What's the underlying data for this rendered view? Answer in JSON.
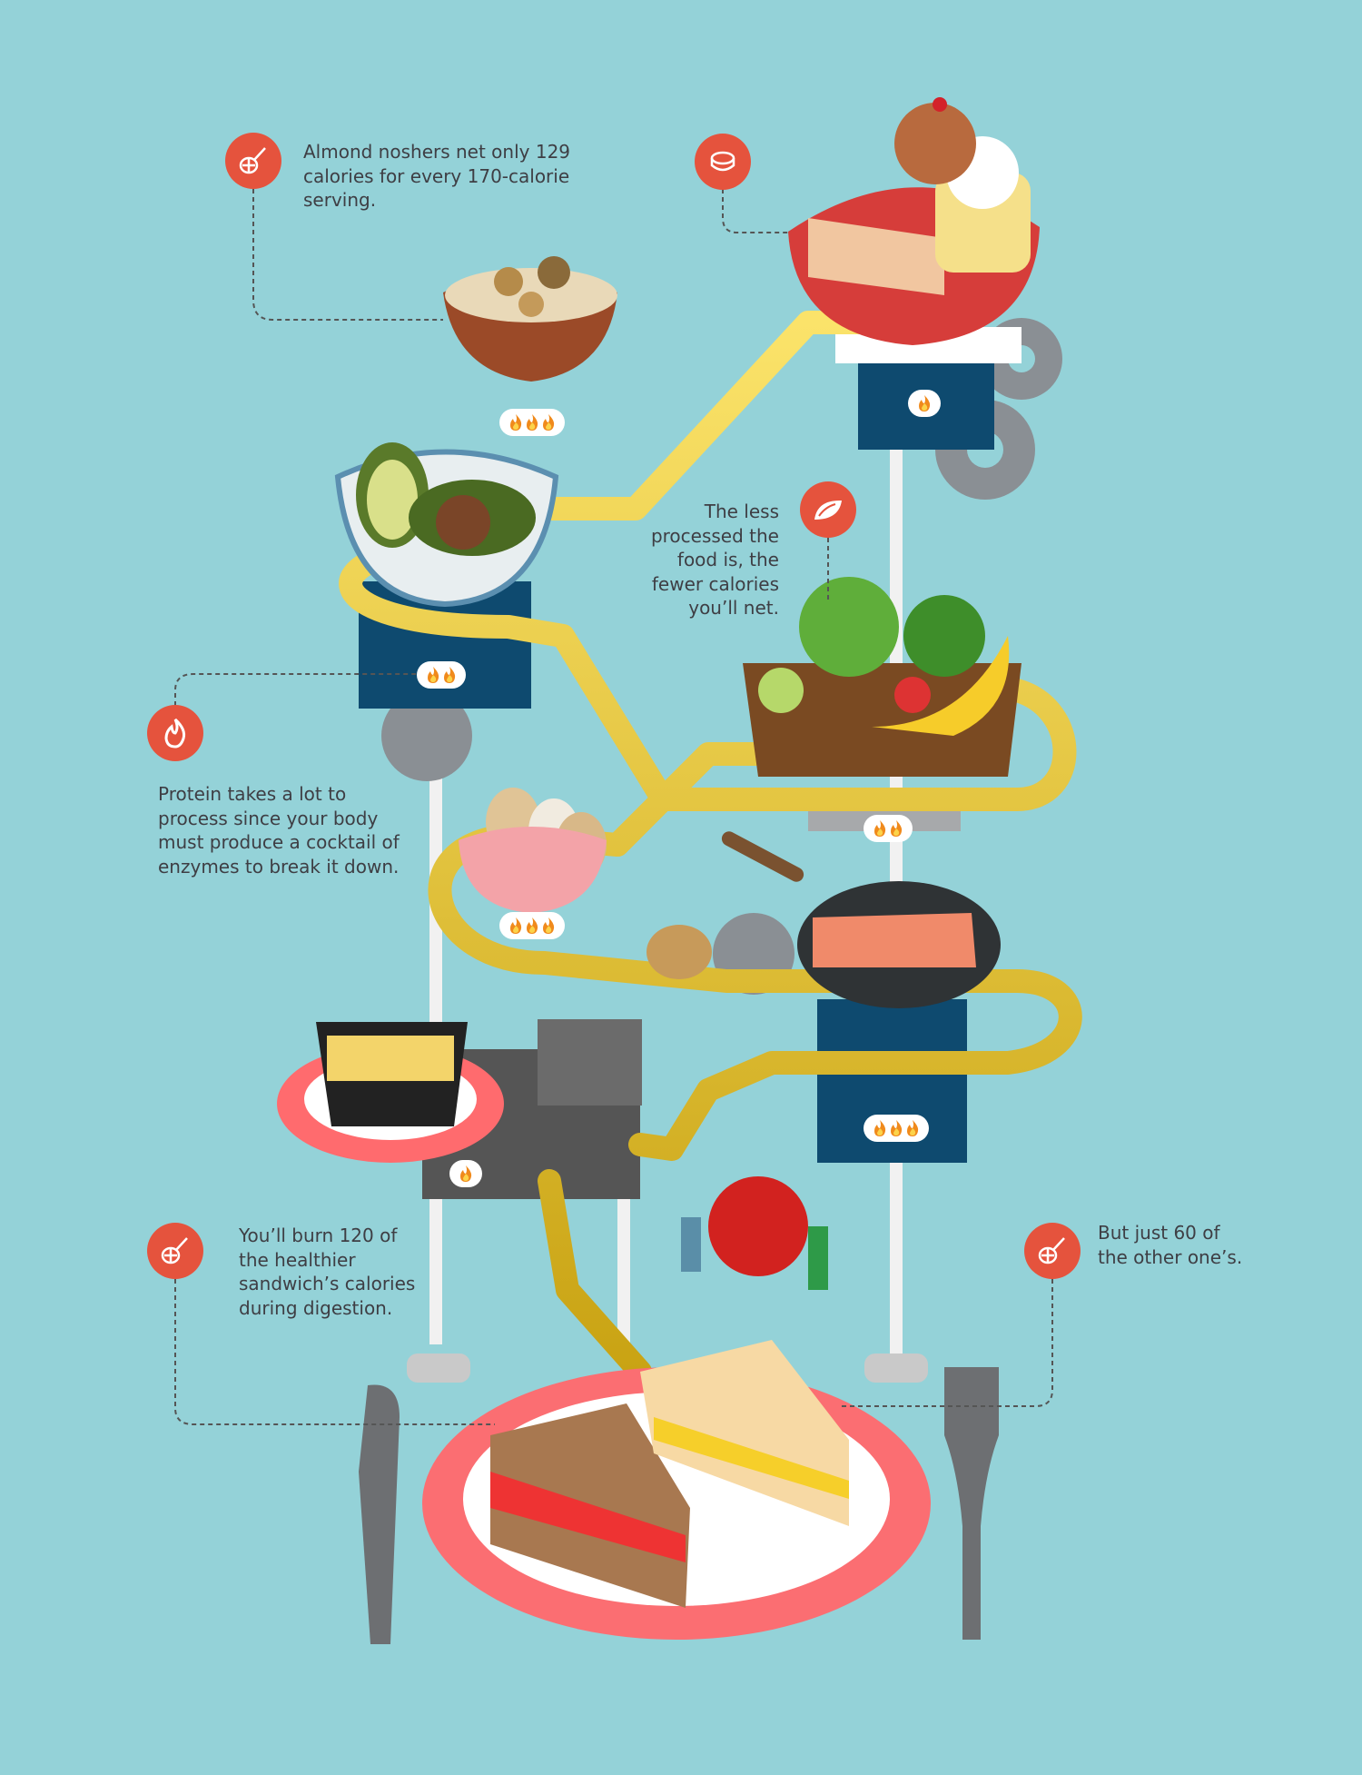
{
  "colors": {
    "background": "#94d2d8",
    "accent": "#e5533d",
    "track": "#f2cf2a",
    "text": "#3e3e44"
  },
  "notes": {
    "almonds": "Almond noshers net only 129\ncalories for every 170-calorie\nserving.",
    "processed": "The less\nprocessed the\nfood is, the\nfewer calories\nyou’ll net.",
    "protein": "Protein takes a lot to\nprocess since your body\nmust produce a cocktail of\nenzymes to break it down.",
    "healthier": "You’ll burn 120 of\nthe healthier\nsandwich’s calories\nduring digestion.",
    "other": "But just 60 of\nthe other one’s."
  },
  "icons": {
    "almonds": "net-icon",
    "cake": "cupcake-icon",
    "processed": "leaf-icon",
    "protein": "flame-icon",
    "healthier": "net-icon",
    "other": "net-icon"
  },
  "badges": [
    {
      "food": "nuts",
      "flames": 3
    },
    {
      "food": "cakes",
      "flames": 1
    },
    {
      "food": "avocado",
      "flames": 2
    },
    {
      "food": "fruit",
      "flames": 2
    },
    {
      "food": "eggs",
      "flames": 3
    },
    {
      "food": "salmon",
      "flames": 3
    },
    {
      "food": "pasta",
      "flames": 1
    }
  ]
}
